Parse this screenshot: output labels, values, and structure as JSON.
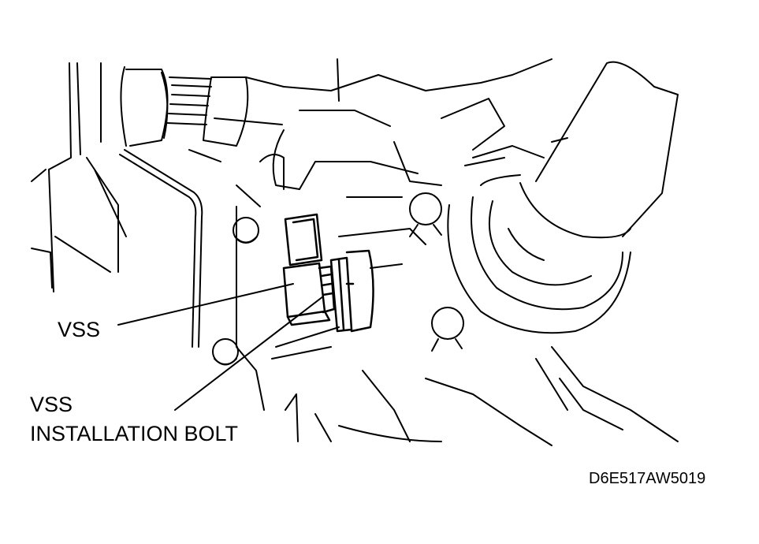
{
  "diagram": {
    "labels": {
      "vss": "VSS",
      "vss_bolt_line1": "VSS",
      "vss_bolt_line2": "INSTALLATION BOLT",
      "figure_code": "D6E517AW5019"
    },
    "colors": {
      "ink": "#000000",
      "background": "#ffffff"
    }
  }
}
